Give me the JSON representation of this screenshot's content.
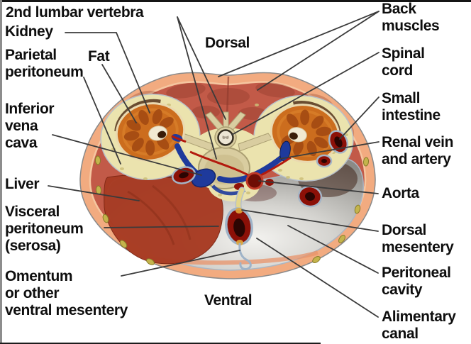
{
  "figure": {
    "orientation_labels": {
      "top": "Dorsal",
      "bottom": "Ventral"
    },
    "labels_left": [
      {
        "text": "2nd lumbar vertebra"
      },
      {
        "text": "Kidney"
      },
      {
        "text": "Parietal\nperitoneum"
      },
      {
        "text": "Fat"
      },
      {
        "text": "Inferior\nvena\ncava"
      },
      {
        "text": "Liver"
      },
      {
        "text": "Visceral\nperitoneum\n(serosa)"
      },
      {
        "text": "Omentum\nor other\nventral mesentery"
      }
    ],
    "labels_right": [
      {
        "text": "Back\nmuscles"
      },
      {
        "text": "Spinal\ncord"
      },
      {
        "text": "Small\nintestine"
      },
      {
        "text": "Renal vein\nand artery"
      },
      {
        "text": "Aorta"
      },
      {
        "text": "Dorsal\nmesentery"
      },
      {
        "text": "Peritoneal\ncavity"
      },
      {
        "text": "Alimentary\ncanal"
      }
    ],
    "colors": {
      "skin": "#f2ab80",
      "muscle": "#c25a48",
      "kidney_orange": "#cc6d1e",
      "fat_yellow": "#ebe3ae",
      "bone_cream": "#d9cda0",
      "vein_blue": "#1e3a9c",
      "artery_red": "#b31a0d",
      "gut_red": "#8c1007",
      "liver_red": "#a83c24",
      "cavity_gray": "#c9c8c4",
      "label_text": "#0e0e0e"
    }
  }
}
